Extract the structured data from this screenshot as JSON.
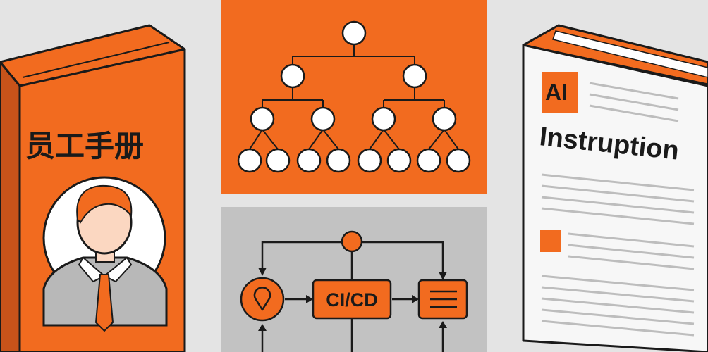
{
  "handbook": {
    "title": "员工手册"
  },
  "doc": {
    "badge": "AI",
    "title": "Instruption"
  },
  "pipeline": {
    "center_label": "CI/CD"
  },
  "icons": [
    "person-icon",
    "location-pin-icon",
    "menu-lines-icon",
    "tree-diagram-icon"
  ],
  "colors": {
    "orange": "#f26b1f",
    "dark": "#1a1a1a",
    "gray": "#c2c2c2",
    "background": "#e4e4e4"
  }
}
